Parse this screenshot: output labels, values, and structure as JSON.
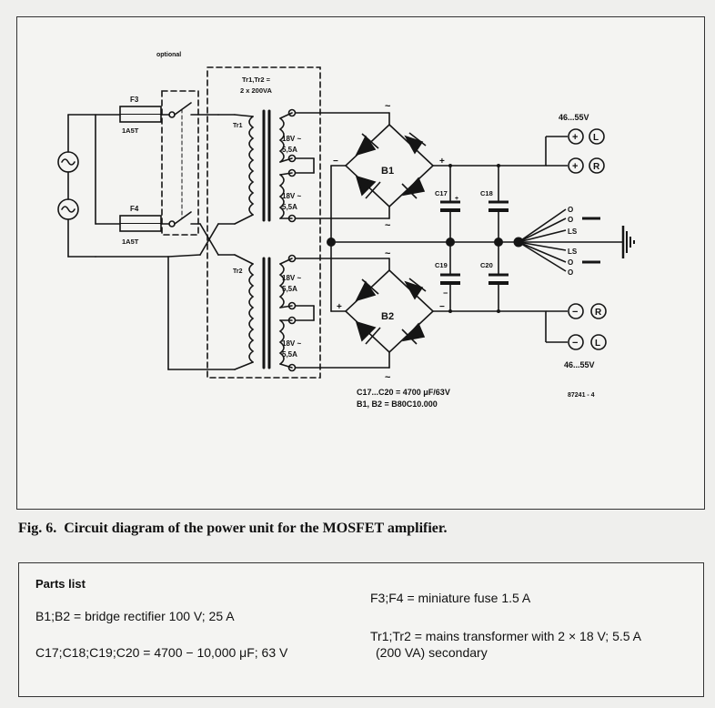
{
  "diagram": {
    "optional_label": "optional",
    "transformer_header_1": "Tr1,Tr2 =",
    "transformer_header_2": "2 x 200VA",
    "fuse_f3_name": "F3",
    "fuse_f3_rating": "1A5T",
    "fuse_f4_name": "F4",
    "fuse_f4_rating": "1A5T",
    "tr1_label": "Tr1",
    "tr2_label": "Tr2",
    "winding_voltage": "18V ~",
    "winding_current": "5,5A",
    "bridge_b1": "B1",
    "bridge_b2": "B2",
    "caps": [
      "C17",
      "C18",
      "C19",
      "C20"
    ],
    "voltage_top": "46...55V",
    "voltage_bottom": "46...55V",
    "pos_r": "R",
    "pos_l": "L",
    "neg_r": "R",
    "neg_l": "L",
    "ground_terminals": [
      "O",
      "O",
      "LS",
      "LS",
      "O",
      "O"
    ],
    "spec_caps": "C17...C20 = 4700 μF/63V",
    "spec_bridges": "B1, B2 = B80C10.000",
    "drawing_number": "87241 - 4",
    "plus": "+",
    "minus": "−",
    "ac": "~"
  },
  "caption": {
    "fig": "Fig. 6.",
    "text": "Circuit diagram of the power unit for the MOSFET amplifier."
  },
  "parts_list": {
    "title": "Parts list",
    "items": [
      "B1;B2 = bridge rectifier 100 V; 25 A",
      "C17;C18;C19;C20 = 4700 − 10,000 μF; 63 V",
      "F3;F4 = miniature fuse 1.5 A",
      "Tr1;Tr2 = mains transformer with 2 × 18 V; 5.5 A",
      "(200 VA) secondary"
    ]
  }
}
